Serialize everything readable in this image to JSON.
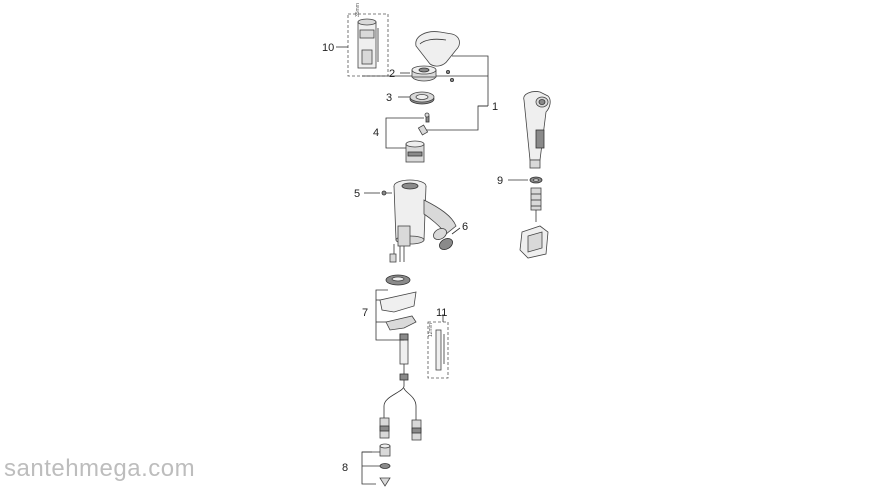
{
  "callouts": {
    "c1": "1",
    "c2": "2",
    "c3": "3",
    "c4": "4",
    "c5": "5",
    "c6": "6",
    "c7": "7",
    "c8": "8",
    "c9": "9",
    "c10": "10",
    "c11": "11"
  },
  "dims": {
    "cartridge": "35mm",
    "rod": "12mm"
  },
  "watermark": "santehmega.com"
}
